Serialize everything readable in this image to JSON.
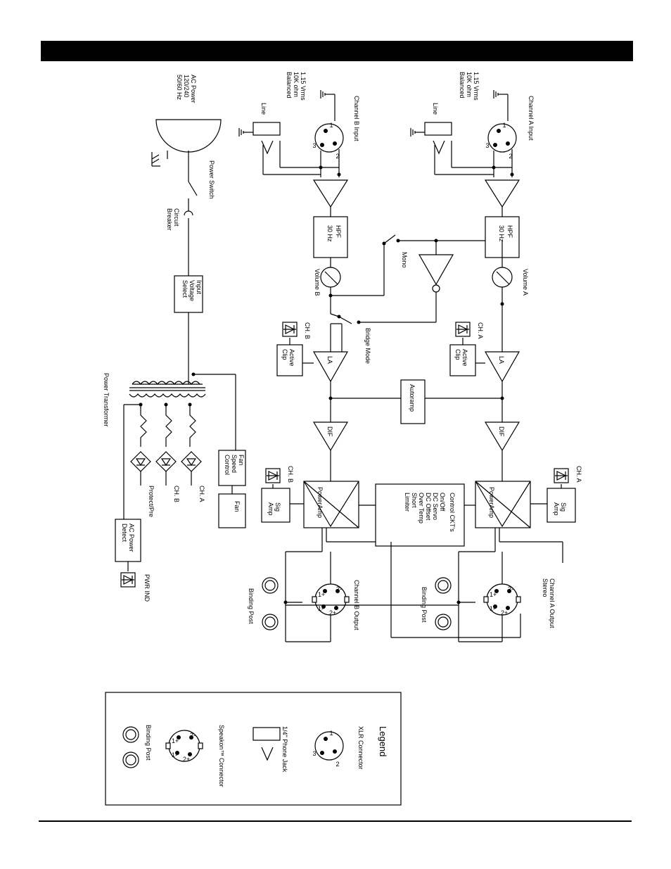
{
  "labels": {
    "ac_power": [
      "AC Power",
      "120/240",
      "50/60 Hz"
    ],
    "power_switch": "Power Switch",
    "circuit_breaker": [
      "Circuit",
      "Breaker"
    ],
    "input_voltage_select": [
      "Input",
      "Voltage",
      "Select"
    ],
    "power_transformer": "Power Transformer",
    "fan_speed_control": [
      "Fan",
      "Speed",
      "Control"
    ],
    "fan": "Fan",
    "ch_a": "CH. A",
    "ch_b": "CH. B",
    "protect_pre": "Protect/Pre",
    "ac_power_detect": [
      "AC Power",
      "Detect"
    ],
    "pwr_ind": "PWR IND",
    "channel_b_input": "Channel B Input",
    "channel_a_input": "Channel A Input",
    "input_spec": [
      "1.15 Vrms",
      "10K ohm",
      "Balanced"
    ],
    "line": "Line",
    "hpf": [
      "HPF",
      "30 Hz"
    ],
    "volume_b": "Volume B",
    "volume_a": "Volume A",
    "mono": "Mono",
    "bridge_mode": "Bridge Mode",
    "active_clip": [
      "Active",
      "Clip"
    ],
    "la": "LA",
    "autoramp": "Autoramp",
    "dif": "DIF",
    "poweramp": "PowerAmp",
    "sig_amp": [
      "Sig",
      "Amp"
    ],
    "control_ckts": [
      "Control CKT's",
      "On/Off",
      "DC Servo",
      "DC Offset",
      "Over Temp",
      "Short",
      "Limiter"
    ],
    "channel_b_output": "Channel B Output",
    "channel_a_output": [
      "Channel A Output",
      "Stereo"
    ],
    "binding_post": "Binding Post",
    "pin_1": "1",
    "pin_2": "2",
    "pin_3": "3",
    "sp_1p": "1+",
    "sp_1m": "1-",
    "sp_2m": "2-",
    "sp_2p": "2+"
  },
  "legend": {
    "title": "Legend",
    "xlr": "XLR Connector",
    "phone_jack": "1/4\" Phone Jack",
    "speakon": "Speakon™ Connector",
    "binding_post": "Binding Post"
  }
}
